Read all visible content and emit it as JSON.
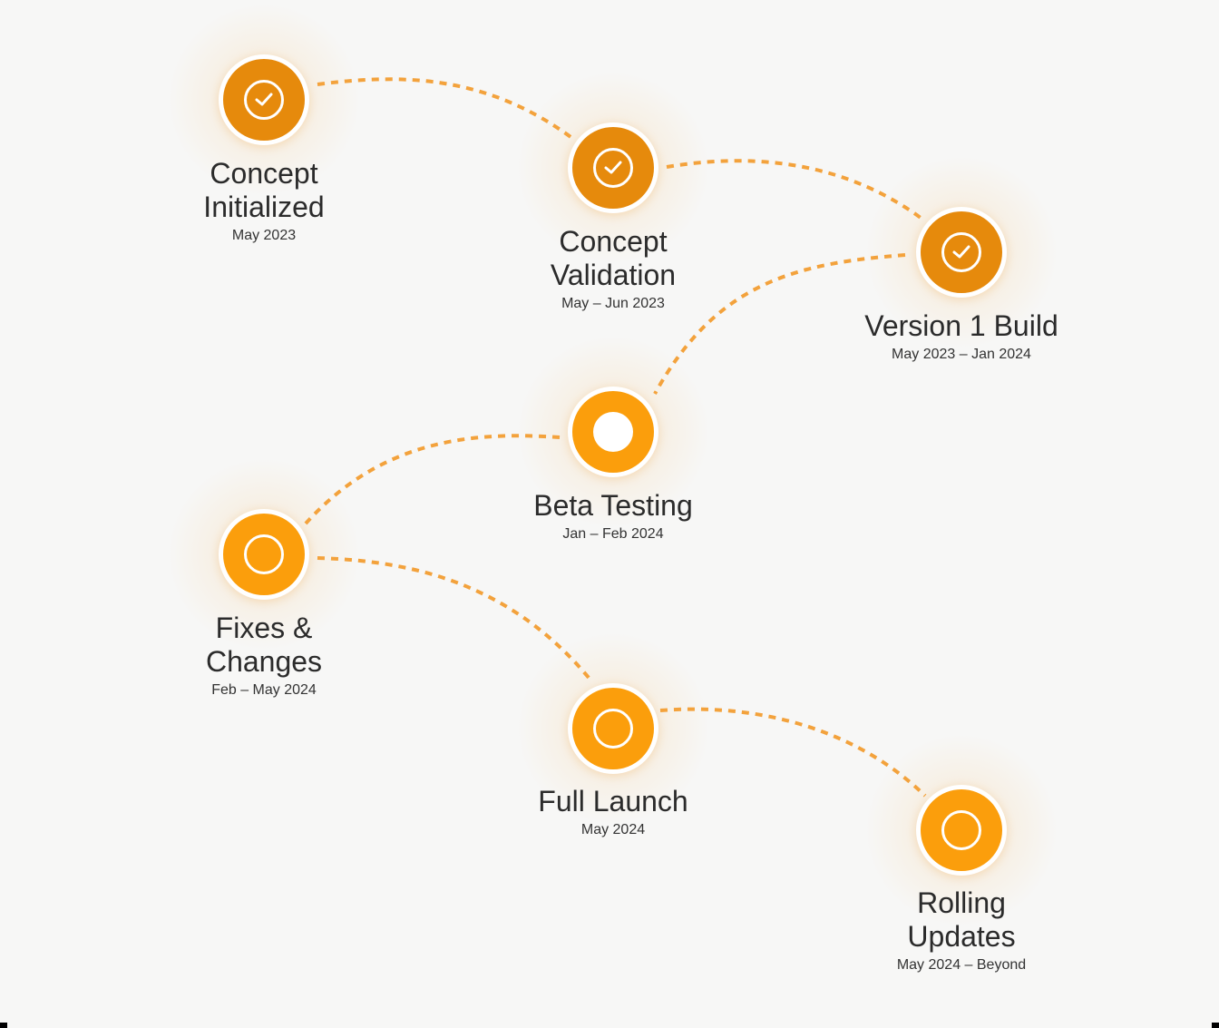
{
  "accent": {
    "done": "#e68a0c",
    "active": "#fb9e0c",
    "connector": "#f3a23c"
  },
  "milestones": [
    {
      "title": "Concept\nInitialized",
      "date": "May 2023",
      "status": "done",
      "icon": "check-circle-icon"
    },
    {
      "title": "Concept\nValidation",
      "date": "May – Jun 2023",
      "status": "done",
      "icon": "check-circle-icon"
    },
    {
      "title": "Version 1 Build",
      "date": "May 2023 – Jan 2024",
      "status": "done",
      "icon": "check-circle-icon"
    },
    {
      "title": "Beta Testing",
      "date": "Jan – Feb 2024",
      "status": "current",
      "icon": "filled-dot-icon"
    },
    {
      "title": "Fixes &\nChanges",
      "date": "Feb – May 2024",
      "status": "upcoming",
      "icon": "ring-icon"
    },
    {
      "title": "Full Launch",
      "date": "May 2024",
      "status": "upcoming",
      "icon": "ring-icon"
    },
    {
      "title": "Rolling\nUpdates",
      "date": "May 2024 – Beyond",
      "status": "upcoming",
      "icon": "ring-icon"
    }
  ]
}
